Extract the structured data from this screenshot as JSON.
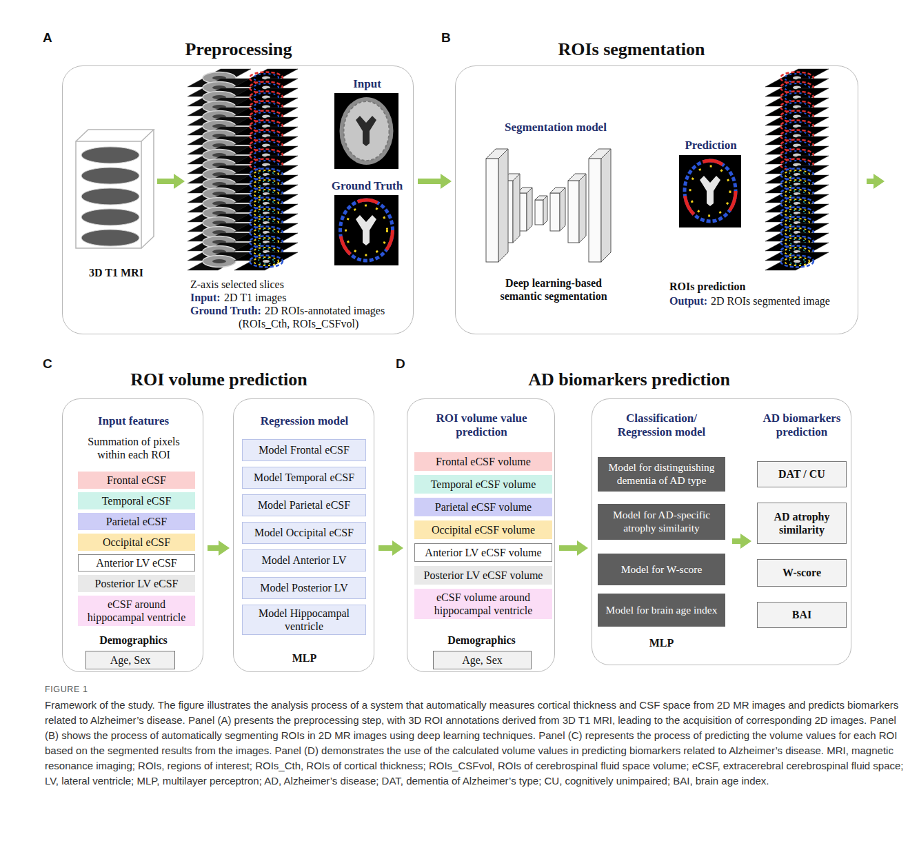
{
  "diagram": {
    "caption": "Framework of the study. The figure illustrates the analysis process of a system that automatically measures cortical thickness and CSF space from 2D MR images and predicts biomarkers related to Alzheimer’s disease. Panel (A) presents the preprocessing step, with 3D ROI annotations derived from 3D T1 MRI, leading to the acquisition of corresponding 2D images. Panel (B) shows the process of automatically segmenting ROIs in 2D MR images using deep learning techniques. Panel (C) represents the process of predicting the volume values for each ROI based on the segmented results from the images. Panel (D) demonstrates the use of the calculated volume values in predicting biomarkers related to Alzheimer’s disease. MRI, magnetic resonance imaging; ROIs, regions of interest; ROIs_Cth, ROIs of cortical thickness; ROIs_CSFvol, ROIs of cerebrospinal fluid space volume; eCSF, extracerebral cerebrospinal fluid space; LV, lateral ventricle; MLP, multilayer perceptron; AD, Alzheimer’s disease; DAT, dementia of Alzheimer’s type; CU, cognitively unimpaired; BAI, brain age index.",
    "nodes": [
      {
        "text": [
          "Preprocessing",
          "3D T1 MRI",
          "Z-axis selected slices",
          "Input:",
          "2D T1 images",
          "Ground Truth:",
          "2D ROIs-annotated images",
          "(ROIs_Cth, ROIs_CSFvol)"
        ]
      },
      {
        "text": [
          "Input"
        ],
        "in": 0
      },
      {
        "text": [
          "Ground Truth"
        ],
        "in": 0
      },
      {
        "text": [
          "ROIs segmentation",
          "Segmentation model",
          "Deep learning-based semantic segmentation",
          "ROIs prediction",
          "Output:",
          "2D ROIs segmented image"
        ]
      },
      {
        "text": [
          "Prediction"
        ],
        "in": 3
      },
      {
        "text": [
          "Input features",
          "Summation of pixels within each ROI",
          "Demographics"
        ]
      },
      {
        "text": [
          "Frontal eCSF"
        ],
        "in": 5
      },
      {
        "text": [
          "Temporal eCSF"
        ],
        "in": 5
      },
      {
        "text": [
          "Parietal eCSF"
        ],
        "in": 5
      },
      {
        "text": [
          "Occipital eCSF"
        ],
        "in": 5
      },
      {
        "text": [
          "Anterior LV eCSF"
        ],
        "in": 5
      },
      {
        "text": [
          "Posterior LV eCSF"
        ],
        "in": 5
      },
      {
        "text": [
          "eCSF around hippocampal ventricle"
        ],
        "in": 5
      },
      {
        "text": [
          "Age, Sex"
        ],
        "in": 5
      },
      {
        "text": [
          "Regression model",
          "MLP"
        ]
      },
      {
        "text": [
          "Model Frontal eCSF"
        ],
        "in": 14
      },
      {
        "text": [
          "Model Temporal eCSF"
        ],
        "in": 14
      },
      {
        "text": [
          "Model Parietal eCSF"
        ],
        "in": 14
      },
      {
        "text": [
          "Model Occipital eCSF"
        ],
        "in": 14
      },
      {
        "text": [
          "Model Anterior LV"
        ],
        "in": 14
      },
      {
        "text": [
          "Model Posterior LV"
        ],
        "in": 14
      },
      {
        "text": [
          "Model Hippocampal ventricle"
        ],
        "in": 14
      },
      {
        "text": [
          "ROI volume value prediction",
          "Demographics"
        ]
      },
      {
        "text": [
          "Frontal eCSF volume"
        ],
        "in": 22
      },
      {
        "text": [
          "Temporal eCSF volume"
        ],
        "in": 22
      },
      {
        "text": [
          "Parietal eCSF volume"
        ],
        "in": 22
      },
      {
        "text": [
          "Occipital eCSF volume"
        ],
        "in": 22
      },
      {
        "text": [
          "Anterior LV eCSF volume"
        ],
        "in": 22
      },
      {
        "text": [
          "Posterior LV eCSF volume"
        ],
        "in": 22
      },
      {
        "text": [
          "eCSF volume around hippocampal ventricle"
        ],
        "in": 22
      },
      {
        "text": [
          "Age, Sex"
        ],
        "in": 22
      },
      {
        "text": [
          "Classification/ Regression model",
          "MLP",
          "AD biomarkers prediction"
        ]
      },
      {
        "text": [
          "Model for distinguishing dementia of AD type"
        ],
        "in": 31
      },
      {
        "text": [
          "Model for AD-specific atrophy similarity"
        ],
        "in": 31
      },
      {
        "text": [
          "Model for W-score"
        ],
        "in": 31
      },
      {
        "text": [
          "Model for brain age index"
        ],
        "in": 31
      },
      {
        "text": [
          "DAT / CU"
        ],
        "in": 31
      },
      {
        "text": [
          "AD atrophy similarity"
        ],
        "in": 31
      },
      {
        "text": [
          "W-score"
        ],
        "in": 31
      },
      {
        "text": [
          "BAI"
        ],
        "in": 31
      }
    ],
    "edges": [
      {
        "from": 0,
        "to": 3,
        "arrow": "to"
      },
      {
        "from": 5,
        "to": 14,
        "arrow": "to"
      },
      {
        "from": 14,
        "to": 22,
        "arrow": "to"
      },
      {
        "from": 22,
        "to": 31,
        "arrow": "to"
      }
    ],
    "labels": [
      "A",
      "B",
      "C",
      "ROI volume prediction",
      "D",
      "AD biomarkers prediction",
      "FIGURE 1"
    ]
  }
}
